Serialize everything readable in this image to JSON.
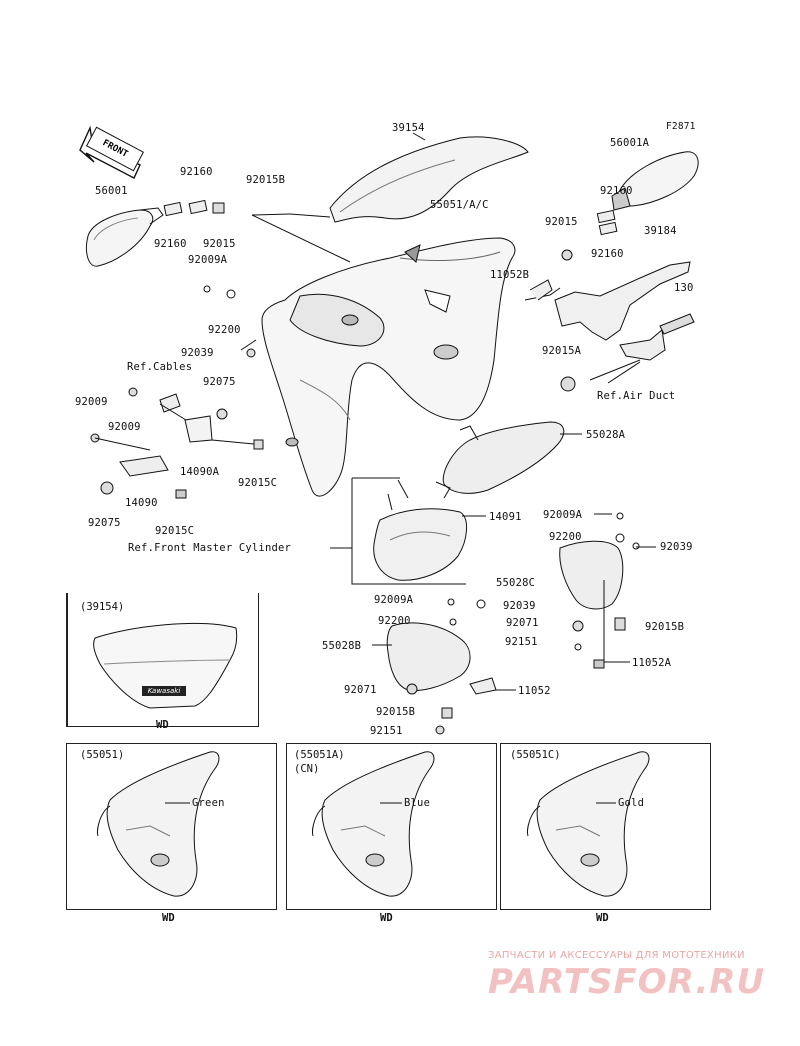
{
  "figure_code": "F2871",
  "front_tag": "FRONT",
  "callouts": [
    {
      "id": "39154",
      "text": "39154"
    },
    {
      "id": "92160a",
      "text": "92160"
    },
    {
      "id": "92015B-top",
      "text": "92015B"
    },
    {
      "id": "55051AC",
      "text": "55051/A/C"
    },
    {
      "id": "56001A",
      "text": "56001A"
    },
    {
      "id": "56001",
      "text": "56001"
    },
    {
      "id": "92160b",
      "text": "92160"
    },
    {
      "id": "92015a",
      "text": "92015"
    },
    {
      "id": "92009A-top",
      "text": "92009A"
    },
    {
      "id": "92160c",
      "text": "92160"
    },
    {
      "id": "92015b",
      "text": "92015"
    },
    {
      "id": "92160d",
      "text": "92160"
    },
    {
      "id": "39184",
      "text": "39184"
    },
    {
      "id": "11052B",
      "text": "11052B"
    },
    {
      "id": "130",
      "text": "130"
    },
    {
      "id": "92200-left",
      "text": "92200"
    },
    {
      "id": "92039-left",
      "text": "92039"
    },
    {
      "id": "ref-cables",
      "text": "Ref.Cables"
    },
    {
      "id": "92075a",
      "text": "92075"
    },
    {
      "id": "92015A",
      "text": "92015A"
    },
    {
      "id": "ref-air-duct",
      "text": "Ref.Air Duct"
    },
    {
      "id": "92009a",
      "text": "92009"
    },
    {
      "id": "92009b",
      "text": "92009"
    },
    {
      "id": "55028A",
      "text": "55028A"
    },
    {
      "id": "14090A",
      "text": "14090A"
    },
    {
      "id": "92015C-a",
      "text": "92015C"
    },
    {
      "id": "14090",
      "text": "14090"
    },
    {
      "id": "92075b",
      "text": "92075"
    },
    {
      "id": "92015C-b",
      "text": "92015C"
    },
    {
      "id": "14091",
      "text": "14091"
    },
    {
      "id": "ref-front-master",
      "text": "Ref.Front Master Cylinder"
    },
    {
      "id": "92009A-r",
      "text": "92009A"
    },
    {
      "id": "92200-r",
      "text": "92200"
    },
    {
      "id": "92039-r",
      "text": "92039"
    },
    {
      "id": "55028C",
      "text": "55028C"
    },
    {
      "id": "92009A-m",
      "text": "92009A"
    },
    {
      "id": "92039-m",
      "text": "92039"
    },
    {
      "id": "92200-m",
      "text": "92200"
    },
    {
      "id": "92071-r",
      "text": "92071"
    },
    {
      "id": "92015B-r",
      "text": "92015B"
    },
    {
      "id": "55028B",
      "text": "55028B"
    },
    {
      "id": "92151-r",
      "text": "92151"
    },
    {
      "id": "11052A",
      "text": "11052A"
    },
    {
      "id": "92071-m",
      "text": "92071"
    },
    {
      "id": "11052",
      "text": "11052"
    },
    {
      "id": "92015B-m",
      "text": "92015B"
    },
    {
      "id": "92151-m",
      "text": "92151"
    }
  ],
  "windshield_box": {
    "title": "(39154)",
    "brand": "Kawasaki",
    "market": "WD"
  },
  "variant_boxes": [
    {
      "title": "(55051)",
      "subtitle": "",
      "color": "Green",
      "market": "WD"
    },
    {
      "title": "(55051A)",
      "subtitle": "(CN)",
      "color": "Blue",
      "market": "WD"
    },
    {
      "title": "(55051C)",
      "subtitle": "",
      "color": "Gold",
      "market": "WD"
    }
  ],
  "watermark": {
    "tagline": "ЗАПЧАСТИ И АКСЕССУАРЫ ДЛЯ МОТОТЕХНИКИ",
    "logo": "PARTSFOR.RU"
  }
}
